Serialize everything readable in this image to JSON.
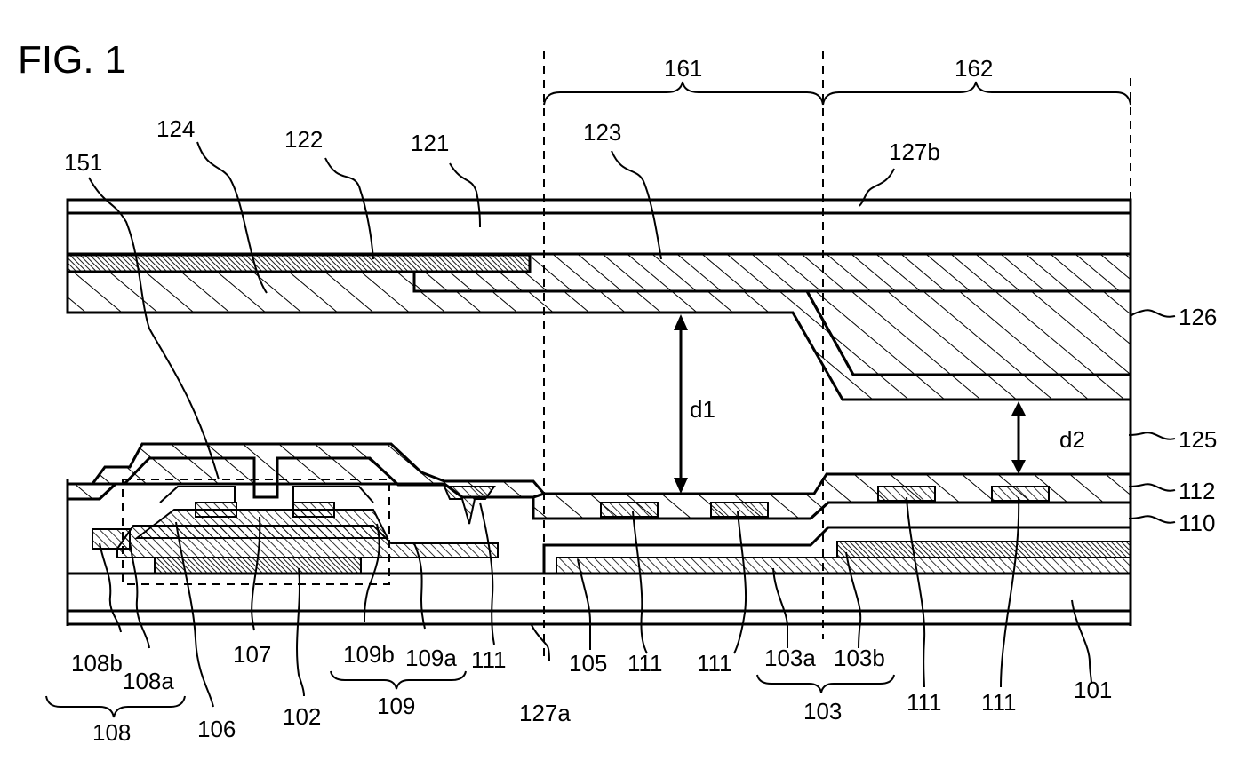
{
  "figure": {
    "title": "FIG. 1",
    "labels": {
      "l161": "161",
      "l162": "162",
      "l124": "124",
      "l122": "122",
      "l121": "121",
      "l123": "123",
      "l127b": "127b",
      "l151": "151",
      "l126": "126",
      "d1": "d1",
      "d2": "d2",
      "l125": "125",
      "l112": "112",
      "l110": "110",
      "l108b": "108b",
      "l108a": "108a",
      "l107": "107",
      "l106": "106",
      "l102": "102",
      "l109b": "109b",
      "l109a": "109a",
      "l109": "109",
      "l108": "108",
      "l111a": "111",
      "l111b": "111",
      "l111c": "111",
      "l111d": "111",
      "l111e": "111",
      "l127a": "127a",
      "l105": "105",
      "l103a": "103a",
      "l103b": "103b",
      "l103": "103",
      "l101": "101"
    }
  }
}
